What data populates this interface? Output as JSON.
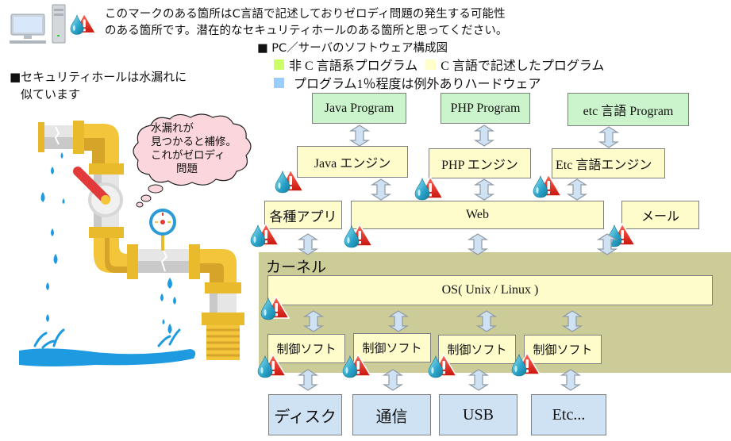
{
  "header": {
    "intro_line1": "このマークのある箇所はC言語で記述しておりゼロディ問題の発生する可能性",
    "intro_line2": "のある箇所です。潜在的なセキュリティホールのある箇所と思ってください。",
    "icons": [
      "computer-icon",
      "vulnerability-mark-icon"
    ]
  },
  "left_panel": {
    "title_line1": "■セキュリティホールは水漏れに",
    "title_line2": "似ています",
    "bubble_lines": [
      "水漏れが",
      "見つかると補修。",
      "これがゼロディ",
      "問題"
    ],
    "illustration": "leaking-pipe-illustration"
  },
  "diagram": {
    "title": "■ PC／サーバのソフトウェア構成図",
    "legend": [
      {
        "label": "非 C 言語系プログラム",
        "color": "#ccff66"
      },
      {
        "label": "C 言語で記述したプログラム",
        "color": "#ffffcc"
      },
      {
        "label": "プログラム1％程度は例外ありハードウェア",
        "color": "#99ccff"
      }
    ],
    "programs": [
      "Java Program",
      "PHP Program",
      "etc 言語 Program"
    ],
    "engines": [
      "Java エンジン",
      "PHP エンジン",
      "Etc 言語エンジン"
    ],
    "apps": [
      "各種アプリ",
      "Web",
      "メール"
    ],
    "kernel_label": "カーネル",
    "os": "OS( Unix / Linux )",
    "drivers": [
      "制御ソフト",
      "制御ソフト",
      "制御ソフト",
      "制御ソフト"
    ],
    "hardware": [
      "ディスク",
      "通信",
      "USB",
      "Etc..."
    ],
    "colors": {
      "program_fill": "#ccf4cc",
      "c_fill": "#fffccc",
      "hardware_fill": "#cfe2f3",
      "kernel_fill": "#cccc99",
      "arrow_fill": "#cfe2f3"
    }
  }
}
